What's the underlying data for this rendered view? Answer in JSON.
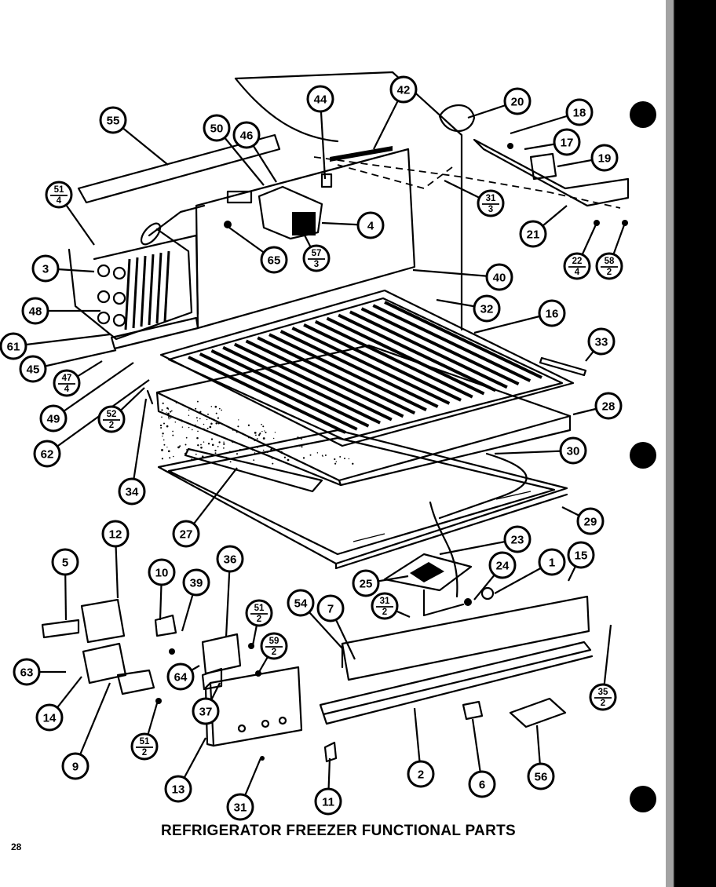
{
  "title": "REFRIGERATOR FREEZER FUNCTIONAL PARTS",
  "page_number": "28",
  "callouts": [
    {
      "label": "55"
    },
    {
      "label": "51",
      "qty": "4"
    },
    {
      "label": "3"
    },
    {
      "label": "48"
    },
    {
      "label": "61"
    },
    {
      "label": "45"
    },
    {
      "label": "47",
      "qty": "4"
    },
    {
      "label": "49"
    },
    {
      "label": "52",
      "qty": "2"
    },
    {
      "label": "62"
    },
    {
      "label": "34"
    },
    {
      "label": "50"
    },
    {
      "label": "46"
    },
    {
      "label": "44"
    },
    {
      "label": "42"
    },
    {
      "label": "65"
    },
    {
      "label": "57",
      "qty": "3"
    },
    {
      "label": "4"
    },
    {
      "label": "20"
    },
    {
      "label": "18"
    },
    {
      "label": "17"
    },
    {
      "label": "19"
    },
    {
      "label": "31",
      "qty": "3"
    },
    {
      "label": "21"
    },
    {
      "label": "22",
      "qty": "4"
    },
    {
      "label": "58",
      "qty": "2"
    },
    {
      "label": "40"
    },
    {
      "label": "32"
    },
    {
      "label": "16"
    },
    {
      "label": "33"
    },
    {
      "label": "28"
    },
    {
      "label": "30"
    },
    {
      "label": "27"
    },
    {
      "label": "29"
    },
    {
      "label": "23"
    },
    {
      "label": "12"
    },
    {
      "label": "5"
    },
    {
      "label": "10"
    },
    {
      "label": "39"
    },
    {
      "label": "36"
    },
    {
      "label": "51",
      "qty": "2"
    },
    {
      "label": "59",
      "qty": "2"
    },
    {
      "label": "64"
    },
    {
      "label": "37"
    },
    {
      "label": "63"
    },
    {
      "label": "14"
    },
    {
      "label": "9"
    },
    {
      "label": "51",
      "qty": "2"
    },
    {
      "label": "13"
    },
    {
      "label": "31"
    },
    {
      "label": "11"
    },
    {
      "label": "54"
    },
    {
      "label": "7"
    },
    {
      "label": "25"
    },
    {
      "label": "31",
      "qty": "2"
    },
    {
      "label": "24"
    },
    {
      "label": "1"
    },
    {
      "label": "15"
    },
    {
      "label": "35",
      "qty": "2"
    },
    {
      "label": "2"
    },
    {
      "label": "6"
    },
    {
      "label": "56"
    }
  ]
}
